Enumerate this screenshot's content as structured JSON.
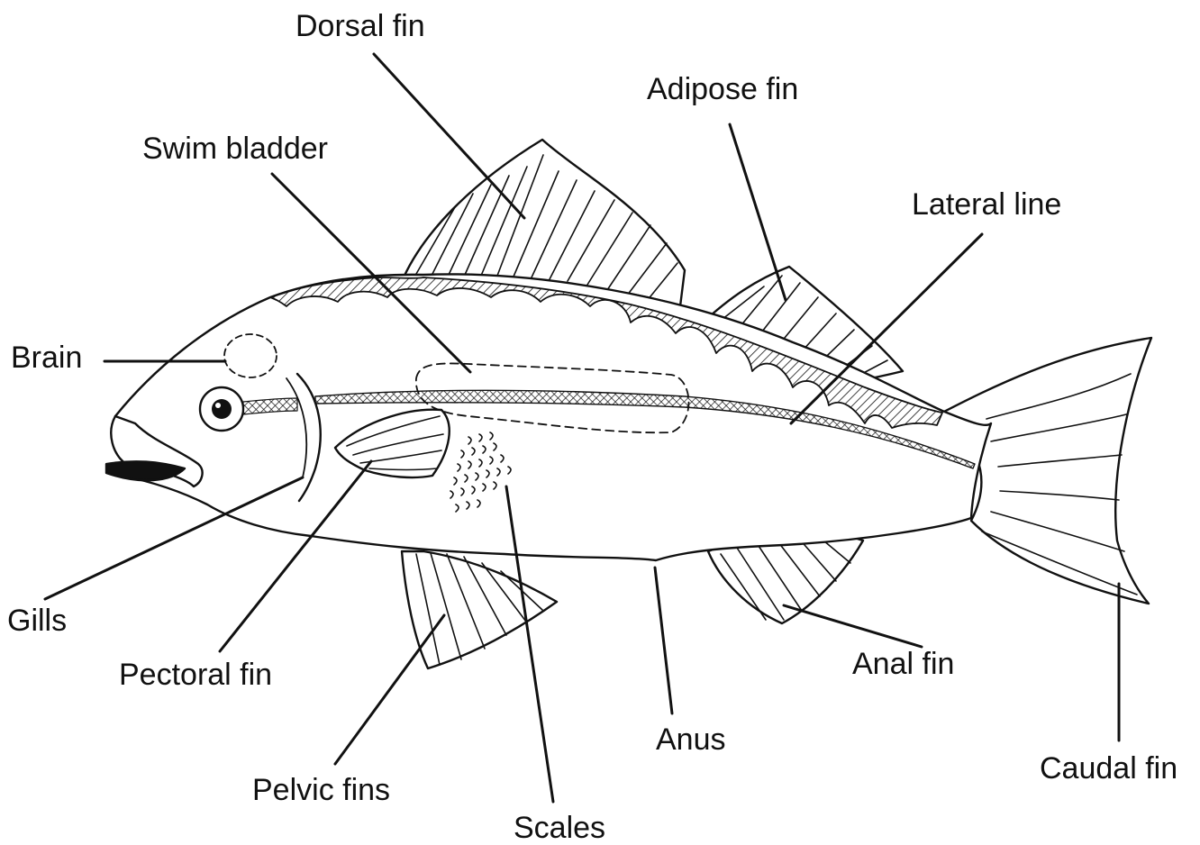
{
  "labels": {
    "dorsal_fin": "Dorsal fin",
    "adipose_fin": "Adipose fin",
    "swim_bladder": "Swim bladder",
    "lateral_line": "Lateral line",
    "brain": "Brain",
    "gills": "Gills",
    "pectoral_fin": "Pectoral fin",
    "pelvic_fins": "Pelvic fins",
    "scales": "Scales",
    "anus": "Anus",
    "anal_fin": "Anal fin",
    "caudal_fin": "Caudal fin"
  },
  "colors": {
    "ink": "#111111",
    "background": "#ffffff"
  }
}
